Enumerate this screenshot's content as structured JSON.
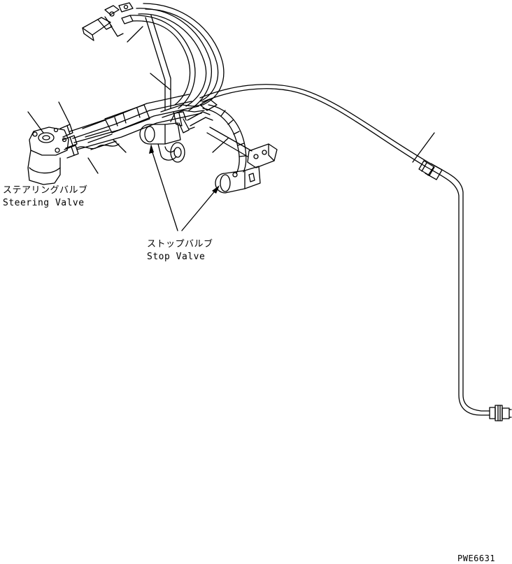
{
  "labels": {
    "steering_valve_jp": "ステアリングバルブ",
    "steering_valve_en": "Steering Valve",
    "stop_valve_jp": "ストップバルブ",
    "stop_valve_en": "Stop Valve",
    "drawing_code": "PWE6631"
  }
}
